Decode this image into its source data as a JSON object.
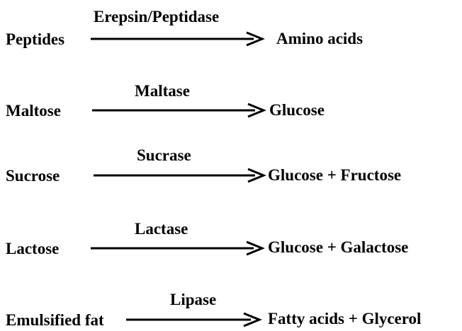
{
  "reactions": [
    {
      "substrate": "Peptides",
      "enzyme": "Erepsin/Peptidase",
      "product": "Amino acids"
    },
    {
      "substrate": "Maltose",
      "enzyme": "Maltase",
      "product": "Glucose"
    },
    {
      "substrate": "Sucrose",
      "enzyme": "Sucrase",
      "product": "Glucose + Fructose"
    },
    {
      "substrate": "Lactose",
      "enzyme": "Lactase",
      "product": "Glucose + Galactose"
    },
    {
      "substrate": "Emulsified fat",
      "enzyme": "Lipase",
      "product": "Fatty acids + Glycerol"
    }
  ],
  "colors": {
    "text": "#000000",
    "arrow": "#000000",
    "background": "#ffffff"
  }
}
